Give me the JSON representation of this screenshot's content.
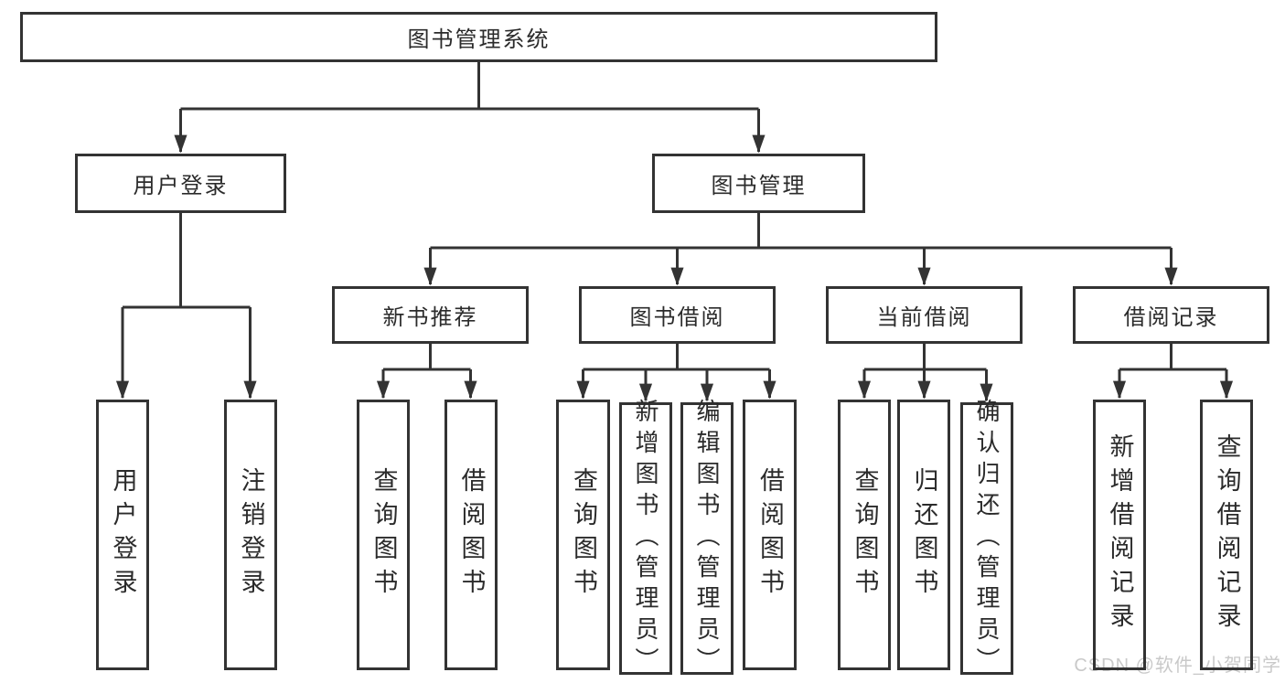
{
  "diagram": {
    "root": {
      "label": "图书管理系统"
    },
    "branches": [
      {
        "label": "用户登录",
        "children": [
          {
            "label": "用户登录"
          },
          {
            "label": "注销登录"
          }
        ]
      },
      {
        "label": "图书管理",
        "children": [
          {
            "label": "新书推荐",
            "children": [
              {
                "label": "查询图书"
              },
              {
                "label": "借阅图书"
              }
            ]
          },
          {
            "label": "图书借阅",
            "children": [
              {
                "label": "查询图书"
              },
              {
                "label": "新增图书（管理员）"
              },
              {
                "label": "编辑图书（管理员）"
              },
              {
                "label": "借阅图书"
              }
            ]
          },
          {
            "label": "当前借阅",
            "children": [
              {
                "label": "查询图书"
              },
              {
                "label": "归还图书"
              },
              {
                "label": "确认归还（管理员）"
              }
            ]
          },
          {
            "label": "借阅记录",
            "children": [
              {
                "label": "新增借阅记录"
              },
              {
                "label": "查询借阅记录"
              }
            ]
          }
        ]
      }
    ]
  },
  "watermark": {
    "text": "CSDN @软件_小贺同学"
  },
  "colors": {
    "line": "#333333",
    "border": "#333333",
    "text": "#2b2b2b",
    "watermark": "#c9c9c9",
    "background": "#ffffff"
  }
}
